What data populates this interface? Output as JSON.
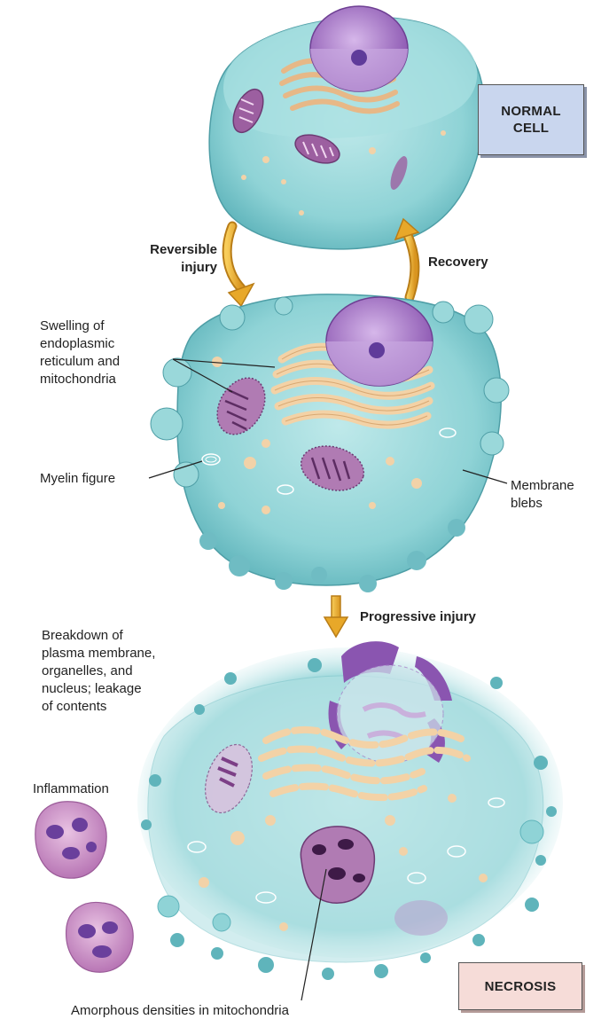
{
  "normal_cell": {
    "box_label_line1": "NORMAL",
    "box_label_line2": "CELL",
    "box_color": "#c9d6ee"
  },
  "arrows": {
    "reversible_line1": "Reversible",
    "reversible_line2": "injury",
    "recovery": "Recovery",
    "progressive": "Progressive injury",
    "arrow_color": "#f2b32e"
  },
  "injured_cell": {
    "swelling_line1": "Swelling of",
    "swelling_line2": "endoplasmic",
    "swelling_line3": "reticulum and",
    "swelling_line4": "mitochondria",
    "myelin": "Myelin figure",
    "blebs_line1": "Membrane",
    "blebs_line2": "blebs"
  },
  "necrosis": {
    "breakdown_line1": "Breakdown of",
    "breakdown_line2": "plasma membrane,",
    "breakdown_line3": "organelles, and",
    "breakdown_line4": "nucleus; leakage",
    "breakdown_line5": "of contents",
    "inflammation": "Inflammation",
    "amorphous": "Amorphous densities in mitochondria",
    "box_label": "NECROSIS",
    "box_color": "#f6dcd8"
  },
  "colors": {
    "cytoplasm": "#8fd3d6",
    "nucleus": "#a678c6",
    "er": "#f3d2a6",
    "mitochondria": "#9c5fa0"
  }
}
